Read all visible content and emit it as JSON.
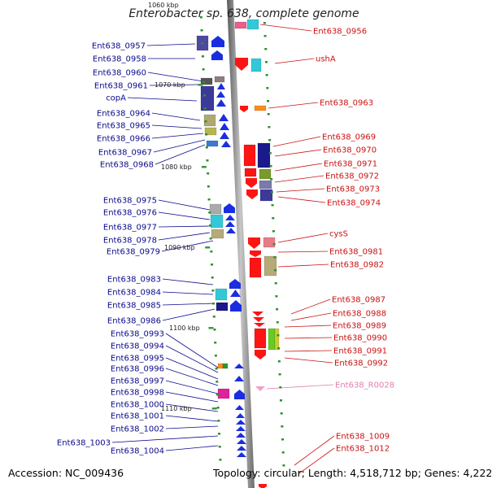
{
  "header": {
    "title": "Enterobacter sp. 638, complete genome",
    "top_tick": "1060 kbp"
  },
  "footer": {
    "accession": "Accession: NC_009436",
    "topology": "Topology: circular; Length: 4,518,712 bp; Genes: 4,222"
  },
  "ticks": [
    "1070 kbp",
    "1080 kbp",
    "1090 kbp",
    "1100 kbp",
    "1110 kbp"
  ],
  "colors": {
    "left_label": "#0a0a8c",
    "right_label": "#cc1111",
    "rna_label": "#e07fb0",
    "backbone": "#8a8a8a"
  },
  "left_labels": [
    "Ent638_0957",
    "Ent638_0958",
    "Ent638_0960",
    "Ent638_0961",
    "copA",
    "Ent638_0964",
    "Ent638_0965",
    "Ent638_0966",
    "Ent638_0967",
    "Ent638_0968",
    "Ent638_0975",
    "Ent638_0976",
    "Ent638_0977",
    "Ent638_0978",
    "Ent638_0979",
    "Ent638_0983",
    "Ent638_0984",
    "Ent638_0985",
    "Ent638_0986",
    "Ent638_0993",
    "Ent638_0994",
    "Ent638_0995",
    "Ent638_0996",
    "Ent638_0997",
    "Ent638_0998",
    "Ent638_1000",
    "Ent638_1001",
    "Ent638_1002",
    "Ent638_1003",
    "Ent638_1004"
  ],
  "right_labels": [
    "Ent638_0956",
    "ushA",
    "Ent638_0963",
    "Ent638_0969",
    "Ent638_0970",
    "Ent638_0971",
    "Ent638_0972",
    "Ent638_0973",
    "Ent638_0974",
    "cysS",
    "Ent638_0981",
    "Ent638_0982",
    "Ent638_0987",
    "Ent638_0988",
    "Ent638_0989",
    "Ent638_0990",
    "Ent638_0991",
    "Ent638_0992",
    "Ent638_R0028",
    "Ent638_1009",
    "Ent638_1012"
  ]
}
